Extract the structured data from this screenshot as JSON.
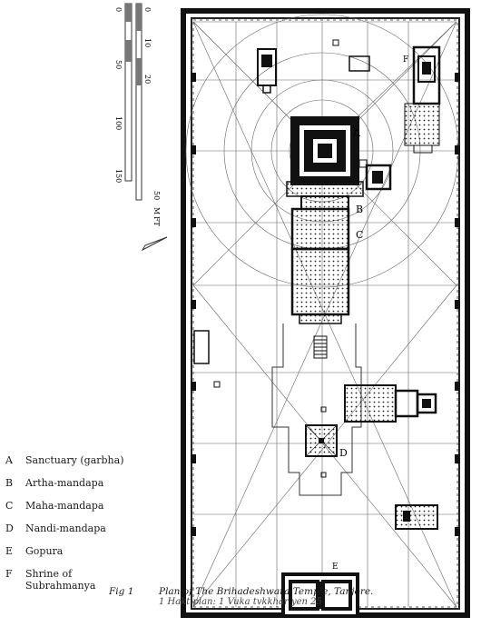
{
  "legend": [
    {
      "key": "A",
      "text": "Sanctuary (garbha)"
    },
    {
      "key": "B",
      "text": "Artha-mandapa"
    },
    {
      "key": "C",
      "text": "Maha-mandapa"
    },
    {
      "key": "D",
      "text": "Nandi-mandapa"
    },
    {
      "key": "E",
      "text": "Gopura"
    },
    {
      "key": "F",
      "text": "Shrine of Subrahmanya"
    }
  ],
  "plan_labels": {
    "a": "A",
    "b": "B",
    "c": "C",
    "d": "D",
    "e": "E",
    "f": "F"
  },
  "scale": {
    "meters": [
      "0",
      "10",
      "20",
      "50"
    ],
    "feet": [
      "0",
      "50",
      "100",
      "150"
    ],
    "unit_m": "M",
    "unit_ft": "FT"
  },
  "caption": {
    "fig": "Fig 1",
    "title": "Plan of The Brihadeshwara Temple, Tanjore.",
    "sub": "1 Hakt plan: 1 Vuka tvkkhar yen 25"
  }
}
